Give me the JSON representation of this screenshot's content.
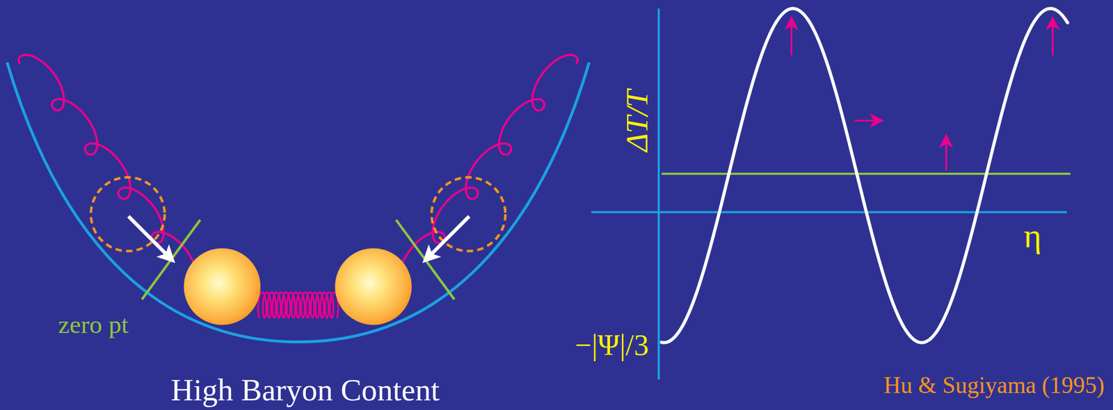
{
  "diagram": {
    "labels": [
      "zero pt",
      "High Baryon Content",
      "ΔT/T",
      "η",
      "−|Ψ|/3",
      "Hu & Sugiyama (1995)"
    ]
  }
}
